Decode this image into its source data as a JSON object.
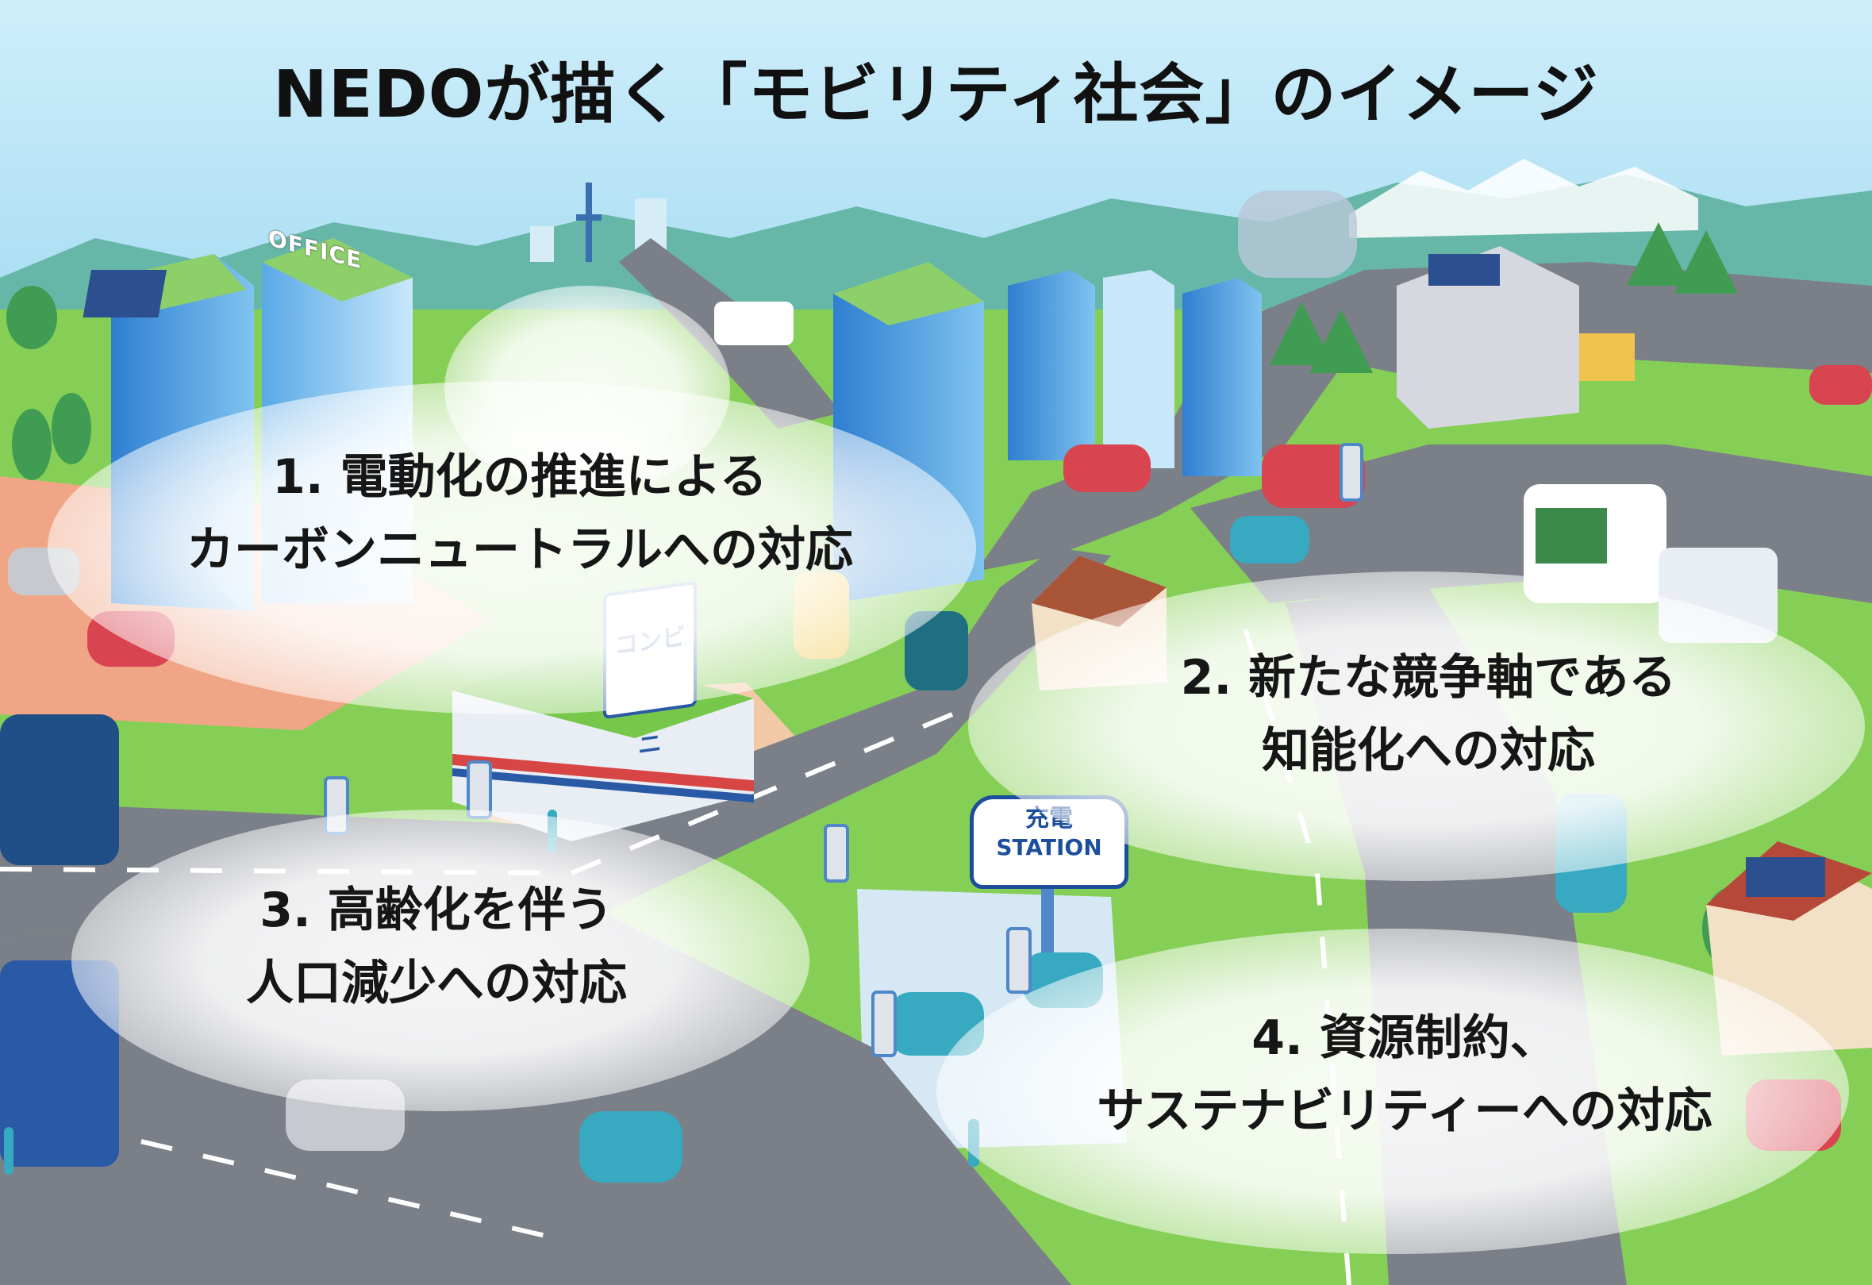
{
  "title": "NEDOが描く「モビリティ社会」のイメージ",
  "sections": [
    {
      "line1": "1. 電動化の推進による",
      "line2": "カーボンニュートラルへの対応"
    },
    {
      "line1": "2. 新たな競争軸である",
      "line2": "知能化への対応"
    },
    {
      "line1": "3. 高齢化を伴う",
      "line2": "人口減少への対応"
    },
    {
      "line1": "4. 資源制約、",
      "line2": "サステナビリティーへの対応"
    }
  ],
  "signs": {
    "charge_top": "充電",
    "charge_bottom": "STATION",
    "store": "コンビニ",
    "office": "OFFICE"
  },
  "colors": {
    "sky": "#a9dcf2",
    "grass": "#7ccc4f",
    "road": "#7c8089",
    "ground_left": "#f2a684",
    "accent_blue": "#1d4e9c"
  }
}
